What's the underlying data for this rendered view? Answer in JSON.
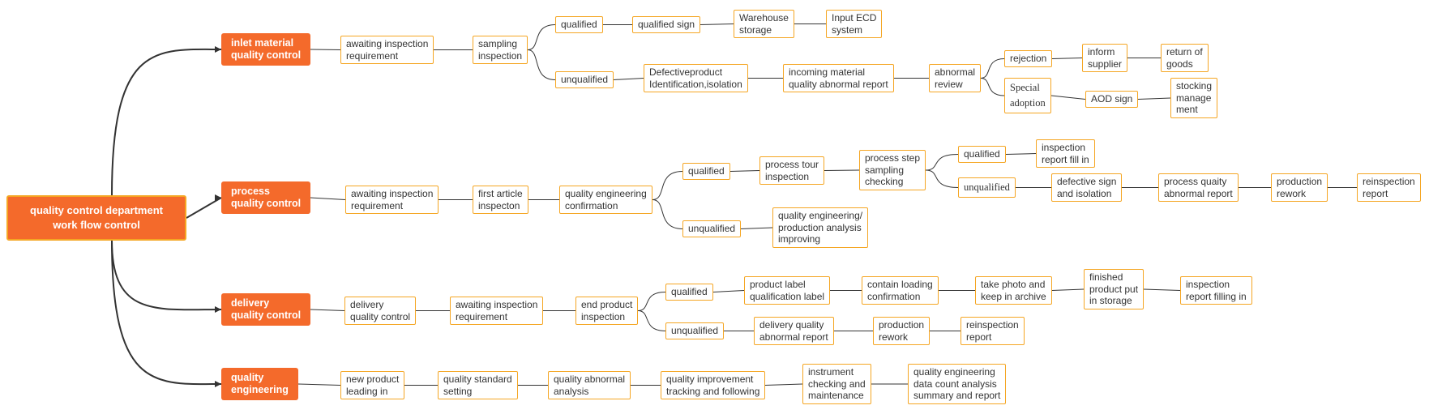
{
  "root": "quality control department\nwork flow control",
  "branches": {
    "inlet": {
      "title": "inlet material\nquality control",
      "awaiting": "awaiting inspection\nrequirement",
      "sampling": "sampling\ninspection",
      "qualified": "qualified",
      "qualified_sign": "qualified sign",
      "warehouse": "Warehouse\nstorage",
      "ecd": "Input ECD\nsystem",
      "unqualified": "unqualified",
      "defective": "Defectiveproduct\nIdentification,isolation",
      "incoming_report": "incoming material\nquality abnormal report",
      "abnormal_review": "abnormal\nreview",
      "rejection": "rejection",
      "inform_supplier": "inform\nsupplier",
      "return_goods": "return of\ngoods",
      "special": "Special\nadoption",
      "aod": "AOD sign",
      "stocking": "stocking\nmanage\nment"
    },
    "process": {
      "title": "process\nquality control",
      "awaiting": "awaiting inspection\nrequirement",
      "first_article": "first article\ninspecton",
      "qe_confirm": "quality engineering\nconfirmation",
      "qualified": "qualified",
      "tour": "process tour\ninspection",
      "step_sampling": "process step\nsampling\nchecking",
      "step_qualified": "qualified",
      "report_fill": "inspection\nreport fill in",
      "step_unqualified": "unqualified",
      "defective_sign": "defective sign\nand isolation",
      "abnormal_report": "process quaity\nabnormal report",
      "rework": "production\nrework",
      "reinspection": "reinspection\nreport",
      "unqualified": "unqualified",
      "improving": "quality engineering/\nproduction analysis\nimproving"
    },
    "delivery": {
      "title": "delivery\nquality control",
      "dqc": "delivery\nquality control",
      "awaiting": "awaiting inspection\nrequirement",
      "end_product": "end product\ninspection",
      "qualified": "qualified",
      "label": "product label\nqualification label",
      "loading": "contain loading\nconfirmation",
      "photo": "take photo and\nkeep in archive",
      "finished": "finished\nproduct put\nin storage",
      "report_filling": "inspection\nreport filling in",
      "unqualified": "unqualified",
      "abnormal_report": "delivery quality\nabnormal report",
      "rework": "production\nrework",
      "reinspection": "reinspection\nreport"
    },
    "engineering": {
      "title": "quality\nengineering",
      "new_product": "new product\nleading in",
      "standard": "quality standard\nsetting",
      "analysis": "quality abnormal\nanalysis",
      "improvement": "quality improvement\ntracking and following",
      "instrument": "instrument\nchecking and\nmaintenance",
      "data_count": "quality engineering\ndata count analysis\nsummary and report"
    }
  },
  "colors": {
    "accent": "#f46a2b",
    "border": "#f5a623",
    "line": "#333333",
    "text": "#333333"
  }
}
